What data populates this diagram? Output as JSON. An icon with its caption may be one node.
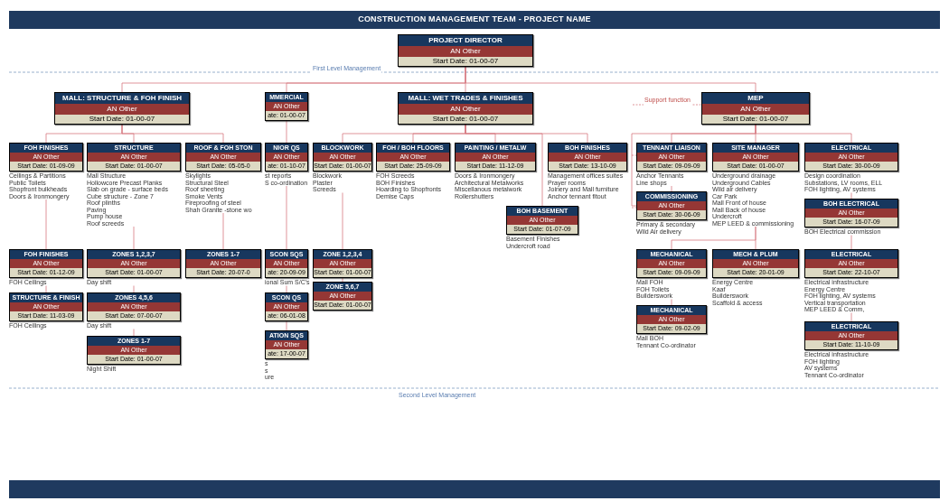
{
  "diagram": {
    "title": "CONSTRUCTION MANAGEMENT TEAM - PROJECT NAME",
    "nodes": [
      {
        "text": [
          "PROJECT DIRECTOR",
          "AN Other",
          "Start Date: 01-00-07"
        ]
      },
      {
        "text": [
          "MALL: STRUCTURE & FOH FINISH",
          "AN Other",
          "Start Date: 01-00-07"
        ]
      },
      {
        "text": [
          "MMERCIAL",
          "AN Other",
          "ate: 01-00-07"
        ]
      },
      {
        "text": [
          "MALL: WET TRADES & FINISHES",
          "AN Other",
          "Start Date: 01-00-07"
        ]
      },
      {
        "text": [
          "MEP",
          "AN Other",
          "Start Date: 01-00-07"
        ]
      },
      {
        "text": [
          "FOH FINISHES",
          "AN Other",
          "Start Date: 01-09-09"
        ],
        "beside": [
          "Ceilings & Partitions",
          "Public Toilets",
          "Shopfront bulkheads",
          "Doors & Ironmongery"
        ]
      },
      {
        "text": [
          "STRUCTURE",
          "AN Other",
          "Start Date: 01-00-07"
        ],
        "beside": [
          "Mall Structure",
          "Hollowcore Precast Planks",
          "Slab on grade - surface beds",
          "Cube structure - Zone 7",
          "Roof plinths",
          "Paving",
          "Pump house",
          "Roof screeds"
        ]
      },
      {
        "text": [
          "ROOF & FOH STON",
          "AN Other",
          "Start Date: 05-05-0"
        ],
        "beside": [
          "Skylights",
          "Structural Steel",
          "Roof sheeting",
          "Smoke Vents",
          "Fireproofing of steel",
          "Shah Granite -stone wo"
        ]
      },
      {
        "text": [
          "FOH FINISHES",
          "AN Other",
          "Start Date: 01-12-09"
        ],
        "beside": [
          "FOH Ceilings"
        ]
      },
      {
        "text": [
          "STRUCTURE & FINISH",
          "AN Other",
          "Start Date: 11-03-09"
        ],
        "beside": [
          "FOH Ceilings"
        ]
      },
      {
        "text": [
          "ZONES 1,2,3,7",
          "AN Other",
          "Start Date: 01-00-07"
        ],
        "beside": [
          "Day shift"
        ]
      },
      {
        "text": [
          "ZONES 4,5,6",
          "AN Other",
          "Start Date: 07-00-07"
        ],
        "beside": [
          "Day shift"
        ]
      },
      {
        "text": [
          "ZONES 1-7",
          "AN Other",
          "Start Date: 01-00-07"
        ],
        "beside": [
          "Night Shift"
        ]
      },
      {
        "text": [
          "ZONES 1-7",
          "AN Other",
          "Start Date: 20-07-0"
        ]
      },
      {
        "text": [
          "NIOR QS",
          "AN Other",
          "ate: 01-10-07"
        ],
        "beside": [
          "st reports",
          "S co-ordination"
        ]
      },
      {
        "text": [
          "SCON SQS",
          "AN Other",
          "ate: 20-09-09"
        ],
        "beside": [
          "ional Sum S/C's"
        ]
      },
      {
        "text": [
          "SCON QS",
          "AN Other",
          "ate: 06-01-08"
        ]
      },
      {
        "text": [
          "ATION SQS",
          "AN Other",
          "ate: 17-00-07"
        ],
        "beside": [
          "s",
          "s",
          "ure"
        ]
      },
      {
        "text": [
          "BLOCKWORK",
          "AN Other",
          "Start Date: 01-00-07"
        ],
        "beside": [
          "Blockwork",
          "Plaster",
          "Screeds"
        ]
      },
      {
        "text": [
          "FOH / BOH FLOORS",
          "AN Other",
          "Start Date: 25-09-09"
        ],
        "beside": [
          "FOH Screeds",
          "BOH Finishes",
          "Hoarding to Shopfronts",
          "Demise Caps"
        ]
      },
      {
        "text": [
          "PAINTING / METALW",
          "AN Other",
          "Start Date: 11-12-09"
        ],
        "beside": [
          "Doors & Ironmongery",
          "Architectural Metalworks",
          "Miscellanous metalwork",
          "Rollershutters"
        ]
      },
      {
        "text": [
          "BOH FINISHES",
          "AN Other",
          "Start Date: 13-10-09"
        ],
        "beside": [
          "Management offices suites",
          "Prayer rooms",
          "Joinery and Mall furniture",
          "Anchor tennant fitout"
        ]
      },
      {
        "text": [
          "BOH BASEMENT",
          "AN Other",
          "Start Date: 01-07-09"
        ],
        "beside": [
          "Basement Finishes",
          "Undercroft road"
        ]
      },
      {
        "text": [
          "ZONE 1,2,3,4",
          "AN Other",
          "Start Date: 01-00-07"
        ]
      },
      {
        "text": [
          "ZONE 5,6,7",
          "AN Other",
          "Start Date: 01-00-07"
        ]
      },
      {
        "text": [
          "TENNANT LIAISON",
          "AN Other",
          "Start Date: 09-09-09"
        ],
        "beside": [
          "Anchor Tennants",
          "Line shops"
        ]
      },
      {
        "text": [
          "COMMISSIONING",
          "AN Other",
          "Start Date: 30-06-09"
        ],
        "beside": [
          "Primary & secondary",
          "Wild Air delivery"
        ]
      },
      {
        "text": [
          "SITE MANAGER",
          "AN Other",
          "Start Date: 01-00-07"
        ],
        "beside": [
          "Underground drainage",
          "Underground Cables",
          "Wild air delivery",
          "Car Park",
          "Mall Front of house",
          "Mall Back of house",
          "Undercroft",
          "MEP LEED & commissioning"
        ]
      },
      {
        "text": [
          "ELECTRICAL",
          "AN Other",
          "Start Date: 30-00-09"
        ],
        "beside": [
          "Design coordination",
          "Substations, LV rooms, ELL",
          "FOH lighting, AV systems"
        ]
      },
      {
        "text": [
          "BOH ELECTRICAL",
          "AN Other",
          "Start Date: 16-07-09"
        ],
        "beside": [
          "BOH Electrical commission"
        ]
      },
      {
        "text": [
          "MECHANICAL",
          "AN Other",
          "Start Date: 09-09-09"
        ],
        "beside": [
          "Mall FOH",
          "FOH Toilets",
          "Builderswork"
        ]
      },
      {
        "text": [
          "MECHANICAL",
          "AN Other",
          "Start Date: 09-02-09"
        ],
        "beside": [
          "Mall BOH",
          "Tennant Co-ordinator"
        ]
      },
      {
        "text": [
          "MECH & PLUM",
          "AN Other",
          "Start Date: 20-01-09"
        ],
        "beside": [
          "Energy Centre",
          "Kaaf",
          "Builderswork",
          "Scaffold & access"
        ]
      },
      {
        "text": [
          "ELECTRICAL",
          "AN Other",
          "Start Date: 22-10-07"
        ],
        "beside": [
          "Electrical infrastructure",
          "Energy Centre",
          "FOH lighting, AV systems",
          "Vertical transportation",
          "MEP LEED & Comm,"
        ]
      },
      {
        "text": [
          "ELECTRICAL",
          "AN Other",
          "Start Date: 11-10-09"
        ],
        "beside": [
          "Electrical infrastructure",
          "FOH lighting",
          "AV systems",
          "Tennant Co-ordinator"
        ]
      }
    ],
    "edges": [
      {
        "from": 0,
        "to": 1,
        "arrow": "none"
      },
      {
        "from": 0,
        "to": 2,
        "arrow": "none"
      },
      {
        "from": 0,
        "to": 3,
        "arrow": "none"
      },
      {
        "from": 0,
        "to": 4,
        "arrow": "none"
      },
      {
        "from": 1,
        "to": 5,
        "arrow": "none"
      },
      {
        "from": 1,
        "to": 6,
        "arrow": "none"
      },
      {
        "from": 1,
        "to": 7,
        "arrow": "none"
      },
      {
        "from": 5,
        "to": 8,
        "arrow": "none"
      },
      {
        "from": 8,
        "to": 9,
        "arrow": "none"
      },
      {
        "from": 6,
        "to": 10,
        "arrow": "none"
      },
      {
        "from": 10,
        "to": 11,
        "arrow": "none"
      },
      {
        "from": 11,
        "to": 12,
        "arrow": "none"
      },
      {
        "from": 7,
        "to": 13,
        "arrow": "none"
      },
      {
        "from": 2,
        "to": 14,
        "arrow": "none"
      },
      {
        "from": 14,
        "to": 15,
        "arrow": "none"
      },
      {
        "from": 15,
        "to": 16,
        "arrow": "none"
      },
      {
        "from": 16,
        "to": 17,
        "arrow": "none"
      },
      {
        "from": 3,
        "to": 18,
        "arrow": "none"
      },
      {
        "from": 3,
        "to": 19,
        "arrow": "none"
      },
      {
        "from": 3,
        "to": 20,
        "arrow": "none"
      },
      {
        "from": 3,
        "to": 21,
        "arrow": "none"
      },
      {
        "from": 3,
        "to": 22,
        "arrow": "none"
      },
      {
        "from": 18,
        "to": 23,
        "arrow": "none"
      },
      {
        "from": 23,
        "to": 24,
        "arrow": "none"
      },
      {
        "from": 4,
        "to": 25,
        "arrow": "none"
      },
      {
        "from": 4,
        "to": 26,
        "arrow": "none"
      },
      {
        "from": 4,
        "to": 27,
        "arrow": "none"
      },
      {
        "from": 4,
        "to": 28,
        "arrow": "none"
      },
      {
        "from": 25,
        "to": 26,
        "arrow": "none"
      },
      {
        "from": 28,
        "to": 29,
        "arrow": "none"
      },
      {
        "from": 27,
        "to": 30,
        "arrow": "none"
      },
      {
        "from": 27,
        "to": 32,
        "arrow": "none"
      },
      {
        "from": 29,
        "to": 33,
        "arrow": "none"
      },
      {
        "from": 30,
        "to": 31,
        "arrow": "none"
      },
      {
        "from": 33,
        "to": 34,
        "arrow": "none"
      },
      {
        "from": null,
        "to": 4,
        "arrow": "none",
        "style": "dashed",
        "label": "Support function"
      },
      {
        "from": null,
        "to": 25,
        "arrow": "none",
        "style": "dashed"
      },
      {
        "from": null,
        "to": 26,
        "arrow": "none",
        "style": "dashed"
      }
    ],
    "labels": [
      "First Level Management",
      "Second Level Management"
    ]
  }
}
